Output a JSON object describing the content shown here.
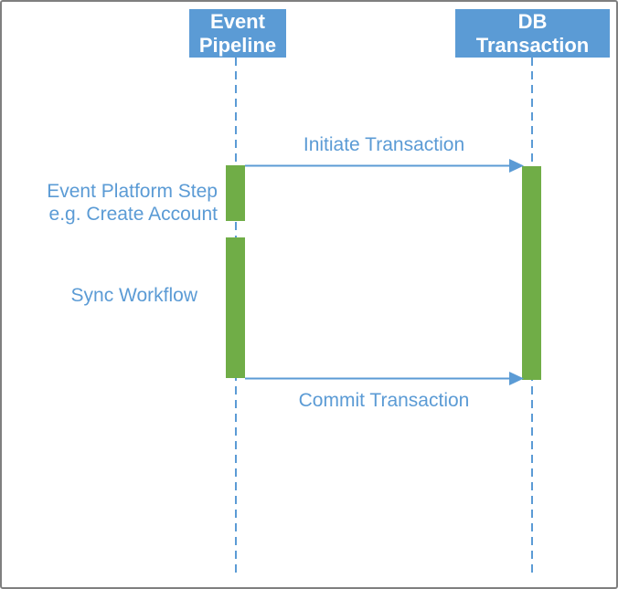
{
  "colors": {
    "accent_blue": "#5B9BD5",
    "activation_green": "#70AD47",
    "border_gray": "#7F7F7F",
    "header_text": "#FFFFFF",
    "background": "#FFFFFF"
  },
  "diagram": {
    "type": "sequence-diagram",
    "actors": [
      {
        "id": "event-pipeline",
        "line1": "Event",
        "line2": "Pipeline"
      },
      {
        "id": "db-transaction",
        "line1": "DB",
        "line2": "Transaction"
      }
    ],
    "messages": [
      {
        "label": "Initiate Transaction",
        "from": "event-pipeline",
        "to": "db-transaction"
      },
      {
        "label": "Commit Transaction",
        "from": "event-pipeline",
        "to": "db-transaction"
      }
    ],
    "annotations": [
      {
        "line1": "Event Platform Step",
        "line2": "e.g. Create Account",
        "attached_to": "event-pipeline"
      },
      {
        "line1": "Sync Workflow",
        "attached_to": "event-pipeline"
      }
    ]
  }
}
